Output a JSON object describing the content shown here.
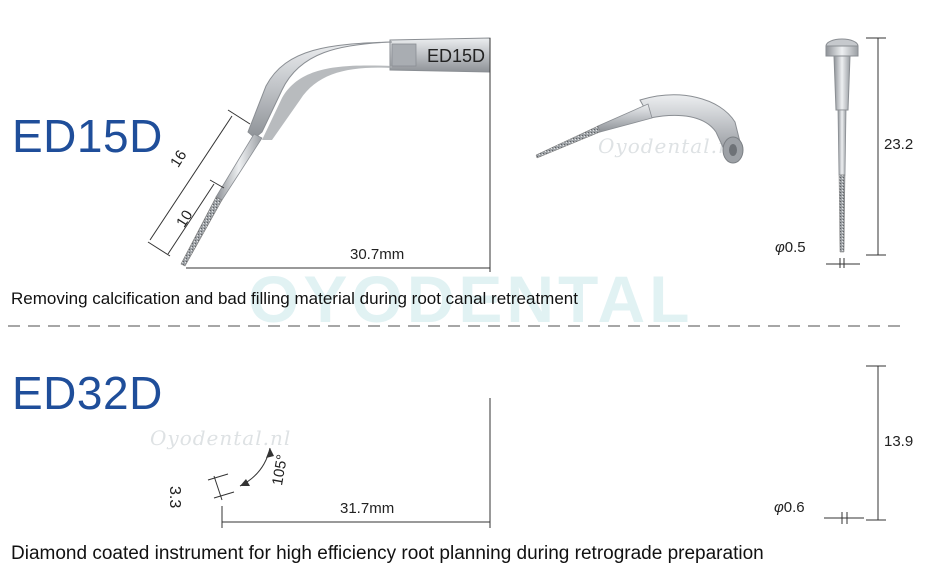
{
  "watermark_main": "OYODENTAL",
  "watermark_small": "Oyodental.nl",
  "sections": [
    {
      "model": "ED15D",
      "tip_label": "ED15D",
      "description": "Removing calcification and bad filling material during root canal  retreatment",
      "dims": {
        "length_outer": "16",
        "length_inner": "10",
        "horizontal": "30.7mm",
        "height": "23.2",
        "diameter_symbol": "φ",
        "diameter": "0.5"
      }
    },
    {
      "model": "ED32D",
      "description": "Diamond coated instrument for high efficiency root planning during retrograde preparation",
      "dims": {
        "angle": "105°",
        "tip_length": "3.3",
        "horizontal": "31.7mm",
        "height": "13.9",
        "diameter_symbol": "φ",
        "diameter": "0.6"
      }
    }
  ],
  "colors": {
    "model_title": "#1f4e9a",
    "metal": "#b9bcc0",
    "dimension_line": "#333333",
    "divider": "#888888",
    "watermark": "#d7eef0"
  }
}
